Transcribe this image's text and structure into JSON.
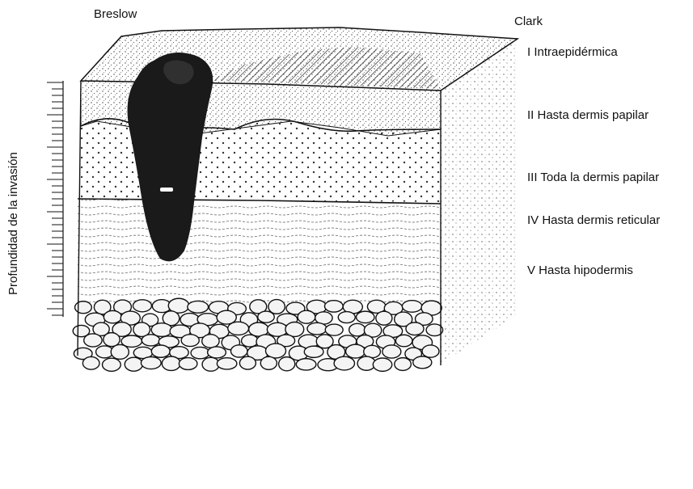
{
  "labels": {
    "breslow": "Breslow",
    "clark": "Clark",
    "depth_axis": "Profundidad de la invasión"
  },
  "clark_levels": [
    "I Intraepidérmica",
    "II Hasta dermis papilar",
    "III Toda la dermis papilar",
    "IV Hasta dermis reticular",
    "V Hasta hipodermis"
  ],
  "colors": {
    "ink": "#111111",
    "tumor": "#1a1a1a",
    "background": "#ffffff"
  }
}
